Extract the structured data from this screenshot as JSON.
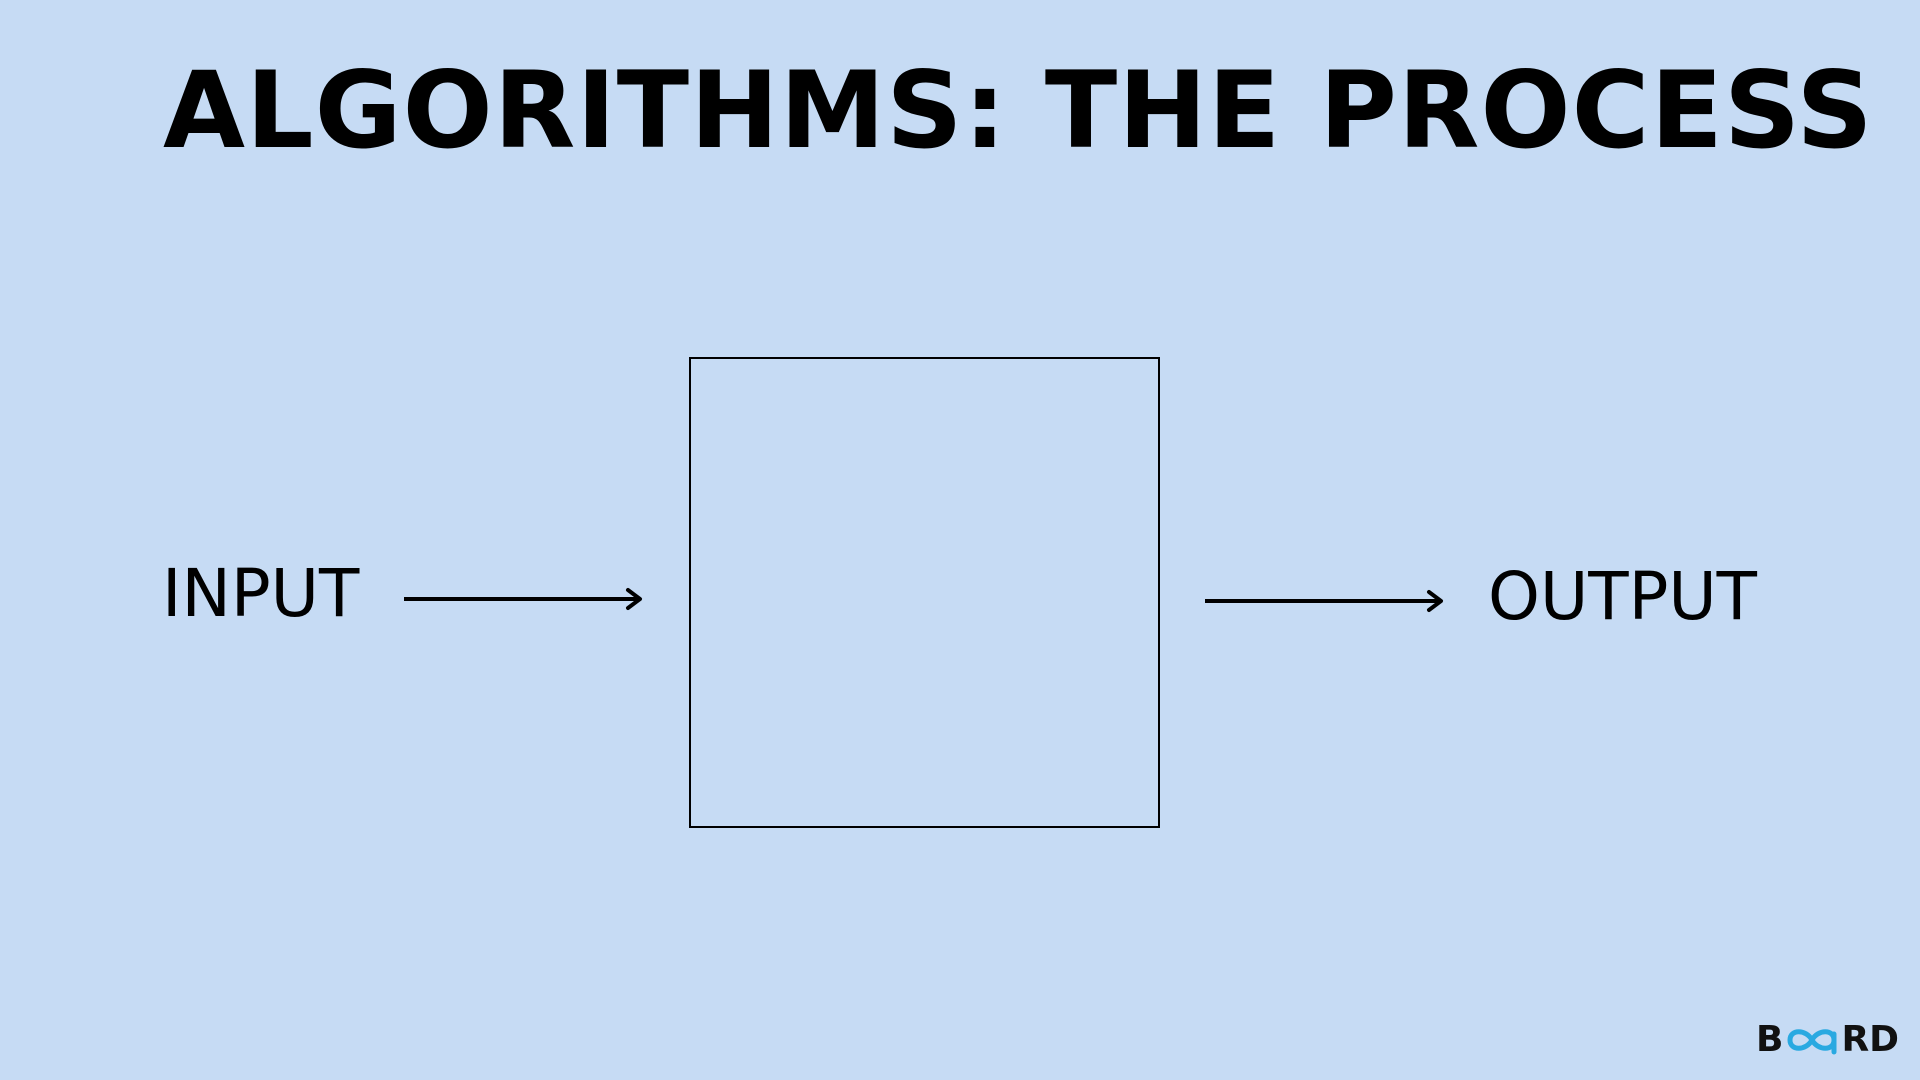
{
  "colors": {
    "background": "#C6DBF4",
    "ink": "#000000",
    "logo_accent": "#29A9E1"
  },
  "title": "ALGORITHMS: THE PROCESS",
  "diagram": {
    "input_label": "INPUT",
    "output_label": "OUTPUT",
    "process_box_label": ""
  },
  "logo": {
    "text": "BOARD",
    "prefix": "B",
    "suffix": "RD",
    "mark_icon": "infinity-icon"
  }
}
